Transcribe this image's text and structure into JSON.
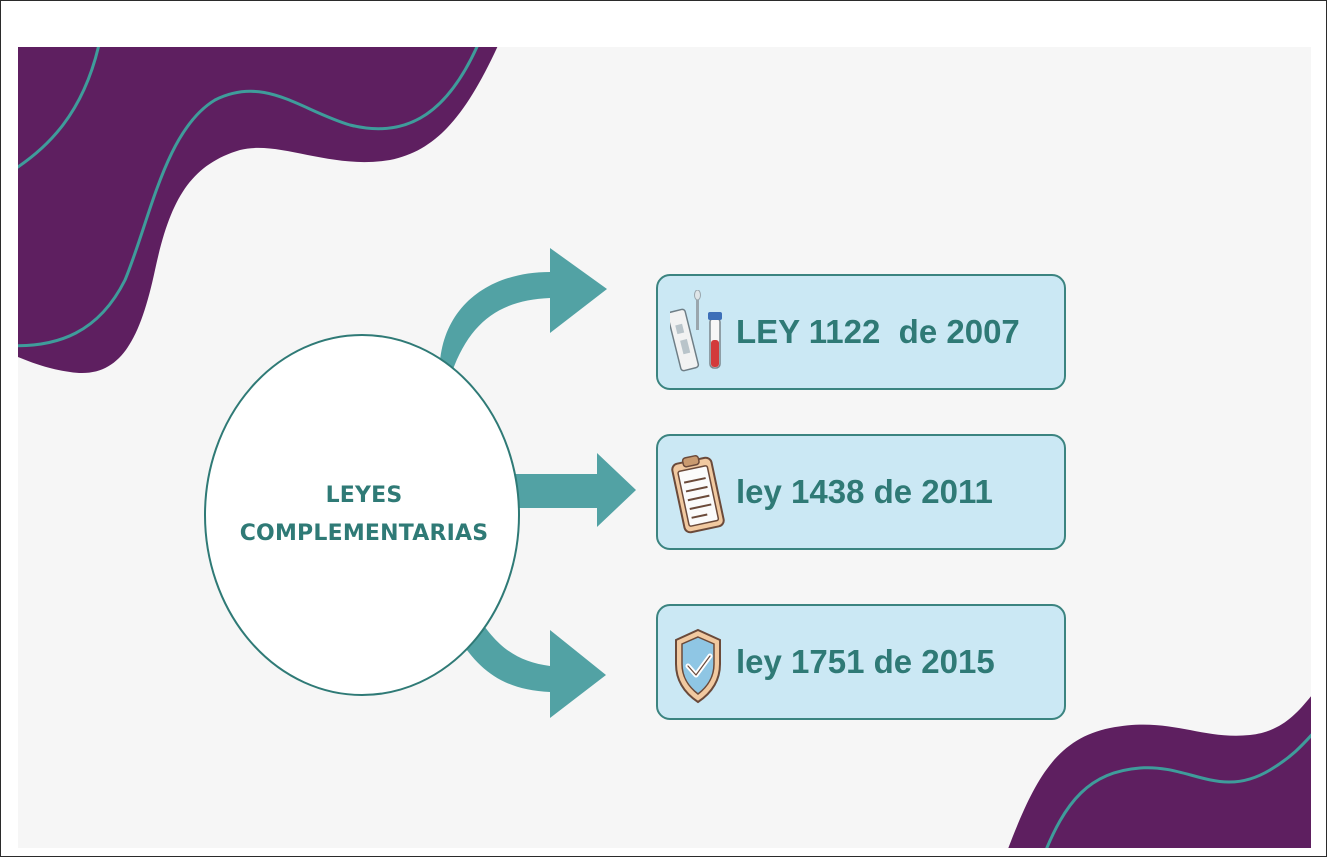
{
  "center": {
    "line1": "LEYES",
    "line2": "COMPLEMENTARIAS"
  },
  "items": [
    {
      "label": "LEY 1122  de 2007",
      "icon": "test-tubes-icon"
    },
    {
      "label": "ley 1438 de 2011",
      "icon": "clipboard-icon"
    },
    {
      "label": "ley 1751 de 2015",
      "icon": "shield-check-icon"
    }
  ],
  "colors": {
    "purple": "#5e1f60",
    "teal": "#52a2a4",
    "teal_dark": "#2f7a76",
    "card_fill": "#cbe8f4",
    "background": "#f6f6f6"
  }
}
